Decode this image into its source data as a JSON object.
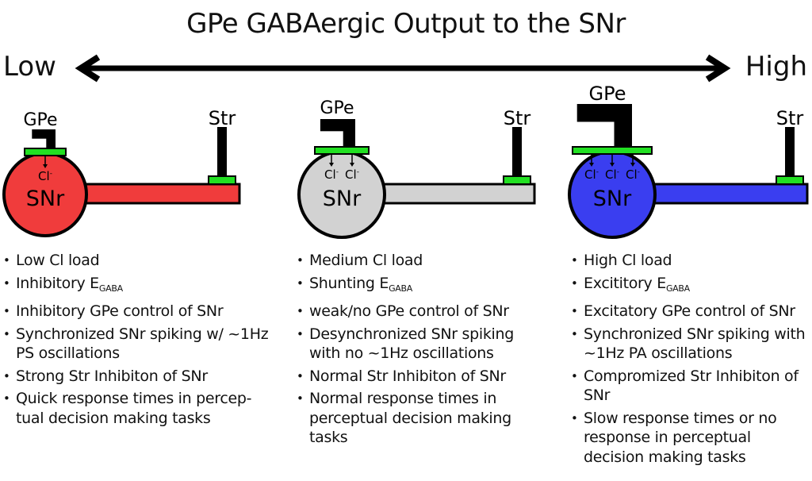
{
  "title": "GPe GABAergic Output to the SNr",
  "axis": {
    "low_label": "Low",
    "high_label": "High"
  },
  "panels": [
    {
      "level": "low",
      "soma_color": "#f03c3c",
      "soma_label": "SNr",
      "gpe_label": "GPe",
      "str_label": "Str",
      "chloride_label": "Cl",
      "chloride_count": 1,
      "synapse_color": "#22e022",
      "bullets": [
        {
          "text": "Low Cl load"
        },
        {
          "text": "Inhibitory E",
          "sub": "GABA"
        },
        {
          "text": "Inhibitory GPe control of SNr"
        },
        {
          "text": "Synchronized SNr spiking w/ ~1Hz PS oscillations"
        },
        {
          "text": "Strong Str Inhibiton of SNr"
        },
        {
          "text": "Quick response times in percep-tual decision making tasks"
        }
      ]
    },
    {
      "level": "medium",
      "soma_color": "#d2d2d2",
      "soma_label": "SNr",
      "gpe_label": "GPe",
      "str_label": "Str",
      "chloride_label": "Cl",
      "chloride_count": 2,
      "synapse_color": "#22e022",
      "bullets": [
        {
          "text": "Medium Cl load"
        },
        {
          "text": "Shunting E",
          "sub": "GABA"
        },
        {
          "text": "weak/no GPe control of SNr"
        },
        {
          "text": "Desynchronized SNr spiking with no ~1Hz oscillations"
        },
        {
          "text": "Normal Str Inhibiton of SNr"
        },
        {
          "text": "Normal response times in perceptual decision making tasks"
        }
      ]
    },
    {
      "level": "high",
      "soma_color": "#3a3ef0",
      "soma_label": "SNr",
      "gpe_label": "GPe",
      "str_label": "Str",
      "chloride_label": "Cl",
      "chloride_count": 3,
      "synapse_color": "#22e022",
      "bullets": [
        {
          "text": "High Cl load"
        },
        {
          "text": "Excititory E",
          "sub": "GABA"
        },
        {
          "text": "Excitatory GPe control of SNr"
        },
        {
          "text": "Synchronized SNr spiking with ~1Hz PA oscillations"
        },
        {
          "text": "Compromized Str Inhibiton of SNr"
        },
        {
          "text": "Slow response times or no response in perceptual decision making tasks"
        }
      ]
    }
  ]
}
